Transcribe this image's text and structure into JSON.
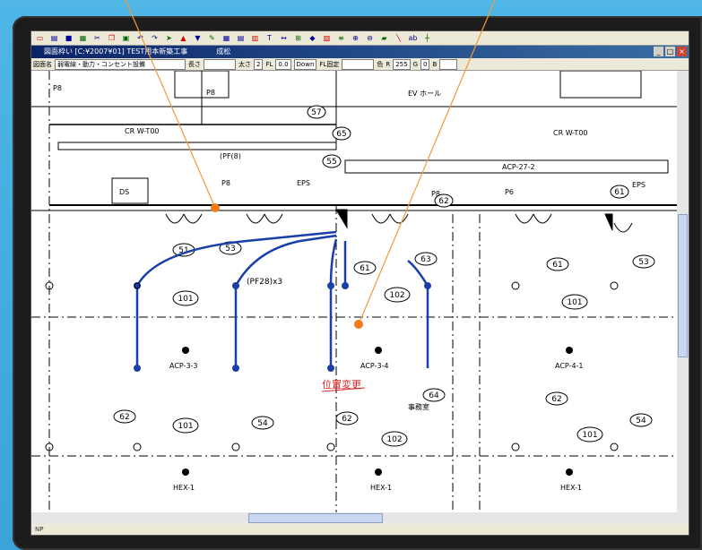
{
  "toolbar": {
    "icons": [
      "new-icon",
      "open-icon",
      "save-icon",
      "print-icon",
      "cut-icon",
      "copy-icon",
      "paste-icon",
      "undo-icon",
      "redo-icon",
      "pointer-icon",
      "layer-up-icon",
      "layer-down-icon",
      "pen-icon",
      "grid-icon",
      "table-icon",
      "block-icon",
      "text-icon",
      "measure-icon",
      "dimension-icon",
      "symbol-icon",
      "group-icon",
      "list-icon",
      "zoom-in-icon",
      "zoom-out-icon",
      "eraser-icon",
      "line-icon",
      "text-ab-icon",
      "cross-icon"
    ]
  },
  "window": {
    "title": "図面枠い [C:¥2007¥01] TEST用本新築工事　　　　成松",
    "controls": [
      "_",
      "□",
      "×"
    ]
  },
  "propbar": {
    "layer_label": "図面名",
    "layer_value": "弱電線・動力・コンセント設備",
    "length_label": "長さ",
    "thickness_label": "太さ",
    "thickness_value": "2",
    "fl_label": "FL",
    "fl_value": "0.0",
    "down_label": "Down",
    "fl_fixed_label": "FL固定",
    "color_label": "色",
    "r_label": "R",
    "r_value": "255",
    "g_label": "G",
    "g_value": "0",
    "b_label": "B"
  },
  "drawing": {
    "circle_labels": [
      "57",
      "55",
      "65",
      "62",
      "61",
      "51",
      "53",
      "61",
      "63",
      "61",
      "53",
      "101",
      "102",
      "101",
      "62",
      "101",
      "54",
      "62",
      "64",
      "102",
      "62",
      "101",
      "54"
    ],
    "room_labels": [
      "P8",
      "P8",
      "EV ホール",
      "DS",
      "P8",
      "EPS",
      "P8",
      "P6",
      "EPS",
      "CR W-T00",
      "CR W-T00",
      "ACP-27-2",
      "ACP-3-3",
      "ACP-3-4",
      "ACP-4-1",
      "HEX-1",
      "HEX-1",
      "HEX-1",
      "事務室"
    ],
    "cable_label": "(PF28)x3",
    "conduit_label": "(PF(8)",
    "annotation": "位置変更"
  },
  "statusbar": {
    "text": "NP"
  }
}
